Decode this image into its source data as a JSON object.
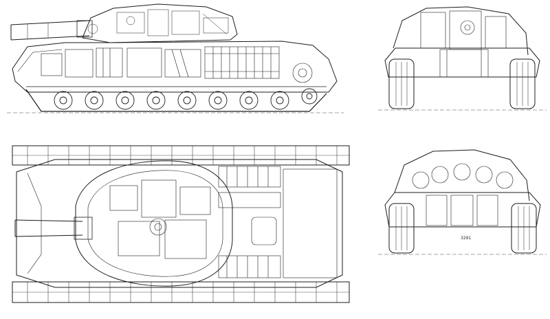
{
  "drawing": {
    "views": [
      {
        "id": "side-view",
        "label": ""
      },
      {
        "id": "front-view",
        "label": ""
      },
      {
        "id": "top-view",
        "label": ""
      },
      {
        "id": "rear-view",
        "label": ""
      }
    ],
    "captions": {
      "side_note": "",
      "side_scale": "",
      "rear_code": "3291"
    },
    "colors": {
      "line": "#1a1a1a",
      "paper": "#ffffff"
    }
  }
}
